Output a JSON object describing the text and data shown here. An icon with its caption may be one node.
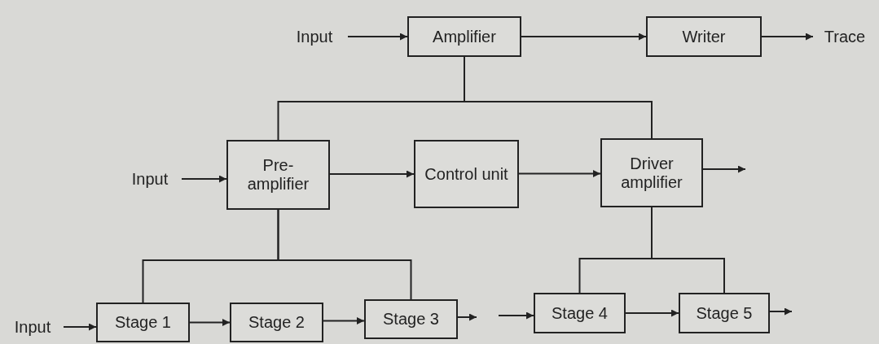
{
  "diagram": {
    "nodes": [
      {
        "text": [
          "Input"
        ]
      },
      {
        "text": [
          "Amplifier"
        ]
      },
      {
        "text": [
          "Writer"
        ]
      },
      {
        "text": [
          "Trace"
        ]
      },
      {
        "text": [
          "Input"
        ]
      },
      {
        "text": [
          "Pre- amplifier"
        ]
      },
      {
        "text": [
          "Control unit"
        ]
      },
      {
        "text": [
          "Driver amplifier"
        ]
      },
      {
        "text": [
          "Input"
        ]
      },
      {
        "text": [
          "Stage 1"
        ]
      },
      {
        "text": [
          "Stage 2"
        ]
      },
      {
        "text": [
          "Stage 3"
        ]
      },
      {
        "text": [
          "Stage 4"
        ]
      },
      {
        "text": [
          "Stage 5"
        ]
      }
    ],
    "edges": [
      {
        "from": 0,
        "to": 1,
        "arrow": "to"
      },
      {
        "from": 1,
        "to": 2,
        "arrow": "to"
      },
      {
        "from": 2,
        "to": 3,
        "arrow": "to"
      },
      {
        "from": 1,
        "to": 5,
        "arrow": "none"
      },
      {
        "from": 1,
        "to": 7,
        "arrow": "none"
      },
      {
        "from": 4,
        "to": 5,
        "arrow": "to"
      },
      {
        "from": 5,
        "to": 6,
        "arrow": "to"
      },
      {
        "from": 6,
        "to": 7,
        "arrow": "to"
      },
      {
        "from": 7,
        "to": null,
        "arrow": "to"
      },
      {
        "from": 5,
        "to": 9,
        "arrow": "none"
      },
      {
        "from": 5,
        "to": 11,
        "arrow": "none"
      },
      {
        "from": 7,
        "to": 12,
        "arrow": "none"
      },
      {
        "from": 7,
        "to": 13,
        "arrow": "none"
      },
      {
        "from": 8,
        "to": 9,
        "arrow": "to"
      },
      {
        "from": 9,
        "to": 10,
        "arrow": "to"
      },
      {
        "from": 10,
        "to": 11,
        "arrow": "to"
      },
      {
        "from": 11,
        "to": null,
        "arrow": "to"
      },
      {
        "from": null,
        "to": 12,
        "arrow": "to"
      },
      {
        "from": 12,
        "to": 13,
        "arrow": "to"
      },
      {
        "from": 13,
        "to": null,
        "arrow": "to"
      }
    ]
  }
}
